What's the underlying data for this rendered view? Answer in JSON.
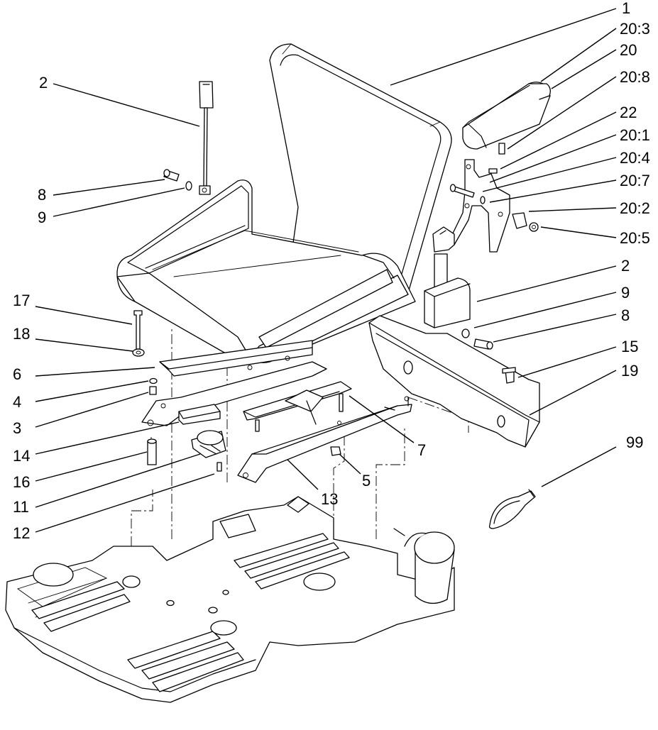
{
  "callouts": [
    {
      "id": "c1",
      "label": "1"
    },
    {
      "id": "c20_3",
      "label": "20:3"
    },
    {
      "id": "c20",
      "label": "20"
    },
    {
      "id": "c20_8",
      "label": "20:8"
    },
    {
      "id": "c22",
      "label": "22"
    },
    {
      "id": "c20_1",
      "label": "20:1"
    },
    {
      "id": "c20_4",
      "label": "20:4"
    },
    {
      "id": "c20_7",
      "label": "20:7"
    },
    {
      "id": "c20_2",
      "label": "20:2"
    },
    {
      "id": "c20_5",
      "label": "20:5"
    },
    {
      "id": "c2a",
      "label": "2"
    },
    {
      "id": "c8a",
      "label": "8"
    },
    {
      "id": "c9a",
      "label": "9"
    },
    {
      "id": "c2b",
      "label": "2"
    },
    {
      "id": "c9b",
      "label": "9"
    },
    {
      "id": "c8b",
      "label": "8"
    },
    {
      "id": "c15",
      "label": "15"
    },
    {
      "id": "c19",
      "label": "19"
    },
    {
      "id": "c17",
      "label": "17"
    },
    {
      "id": "c18",
      "label": "18"
    },
    {
      "id": "c6",
      "label": "6"
    },
    {
      "id": "c4",
      "label": "4"
    },
    {
      "id": "c3",
      "label": "3"
    },
    {
      "id": "c14",
      "label": "14"
    },
    {
      "id": "c16",
      "label": "16"
    },
    {
      "id": "c11",
      "label": "11"
    },
    {
      "id": "c12",
      "label": "12"
    },
    {
      "id": "c13",
      "label": "13"
    },
    {
      "id": "c5",
      "label": "5"
    },
    {
      "id": "c7",
      "label": "7"
    },
    {
      "id": "c99",
      "label": "99"
    }
  ]
}
